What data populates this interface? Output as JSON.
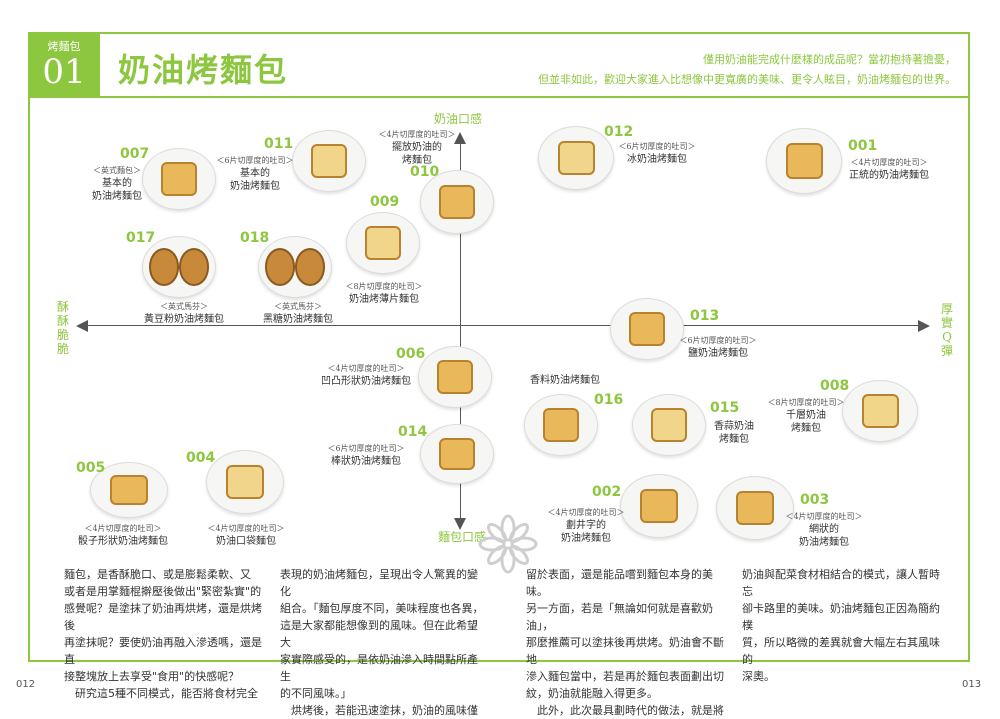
{
  "header": {
    "section_label": "烤麵包",
    "section_number": "01",
    "title": "奶油烤麵包",
    "intro_line1": "僅用奶油能完成什麼樣的成品呢？當初抱持著擔憂，",
    "intro_line2": "但並非如此，歡迎大家進入比想像中更寬廣的美味、更令人眩目，奶油烤麵包的世界。"
  },
  "axes": {
    "top": "奶油口感",
    "bottom": "麵包口感",
    "left": "酥酥脆脆",
    "right": "厚實Q彈"
  },
  "items": [
    {
      "num": "007",
      "sub": "＜英式麵包＞",
      "name1": "基本的",
      "name2": "奶油烤麵包"
    },
    {
      "num": "011",
      "sub": "＜6片切厚度的吐司＞",
      "name1": "基本的",
      "name2": "奶油烤麵包"
    },
    {
      "num": "010",
      "sub": "＜4片切厚度的吐司＞",
      "name1": "擺放奶油的",
      "name2": "烤麵包"
    },
    {
      "num": "012",
      "sub": "＜6片切厚度的吐司＞",
      "name1": "冰奶油烤麵包",
      "name2": ""
    },
    {
      "num": "001",
      "sub": "＜4片切厚度的吐司＞",
      "name1": "正統的奶油烤麵包",
      "name2": ""
    },
    {
      "num": "017",
      "sub": "＜英式馬芬＞",
      "name1": "黃豆粉奶油烤麵包",
      "name2": ""
    },
    {
      "num": "018",
      "sub": "＜英式馬芬＞",
      "name1": "黑糖奶油烤麵包",
      "name2": ""
    },
    {
      "num": "009",
      "sub": "＜8片切厚度的吐司＞",
      "name1": "奶油烤薄片麵包",
      "name2": ""
    },
    {
      "num": "013",
      "sub": "＜6片切厚度的吐司＞",
      "name1": "鹽奶油烤麵包",
      "name2": ""
    },
    {
      "num": "006",
      "sub": "＜4片切厚度的吐司＞",
      "name1": "凹凸形狀奶油烤麵包",
      "name2": ""
    },
    {
      "num": "008",
      "sub": "＜8片切厚度的吐司＞",
      "name1": "千層奶油",
      "name2": "烤麵包"
    },
    {
      "num": "016",
      "sub": "",
      "name1": "香料奶油烤麵包",
      "name2": ""
    },
    {
      "num": "015",
      "sub": "",
      "name1": "香蒜奶油",
      "name2": "烤麵包"
    },
    {
      "num": "014",
      "sub": "＜6片切厚度的吐司＞",
      "name1": "棒狀奶油烤麵包",
      "name2": ""
    },
    {
      "num": "005",
      "sub": "＜4片切厚度的吐司＞",
      "name1": "骰子形狀奶油烤麵包",
      "name2": ""
    },
    {
      "num": "004",
      "sub": "＜4片切厚度的吐司＞",
      "name1": "奶油口袋麵包",
      "name2": ""
    },
    {
      "num": "002",
      "sub": "＜4片切厚度的吐司＞",
      "name1": "劃井字的",
      "name2": "奶油烤麵包"
    },
    {
      "num": "003",
      "sub": "＜4片切厚度的吐司＞",
      "name1": "網狀的",
      "name2": "奶油烤麵包"
    }
  ],
  "body": {
    "col1": [
      "麵包，是香酥脆口、或是膨鬆柔軟、又",
      "或者是用掌麵棍擀壓後做出\"緊密紮實\"的",
      "感覺呢？是塗抹了奶油再烘烤，還是烘烤後",
      "再塗抹呢？要使奶油再融入滲透嗎，還是直",
      "接整塊放上去享受\"食用\"的快感呢？",
      "　研究這5種不同模式，能否將食材完全"
    ],
    "col2": [
      "表現的奶油烤麵包，呈現出令人驚異的變化",
      "組合。「麵包厚度不同，美味程度也各異，",
      "這是大家都能想像到的風味。但在此希望大",
      "家實際感受的，是依奶油滲入時間點所產生",
      "的不同風味。」",
      "　烘烤後，若能迅速塗抹，奶油的風味僅"
    ],
    "col3": [
      "留於表面，還是能品嚐到麵包本身的美味。",
      "另一方面，若是「無論如何就是喜歡奶油」，",
      "那麼推薦可以塗抹後再烘烤。奶油會不斷地",
      "滲入麵包當中，若是再於麵包表面劃出切",
      "紋，奶油就能融入得更多。",
      "　此外，此次最具劃時代的做法，就是將"
    ],
    "col4": [
      "奶油與配菜食材相結合的模式，讓人暫時忘",
      "卻卡路里的美味。奶油烤麵包正因為簡約樸",
      "質，所以略微的差異就會大幅左右其風味的",
      "深奧。"
    ]
  },
  "pages": {
    "left": "012",
    "right": "013"
  },
  "colors": {
    "accent": "#8dc63f",
    "bread": "#e8b85a"
  }
}
